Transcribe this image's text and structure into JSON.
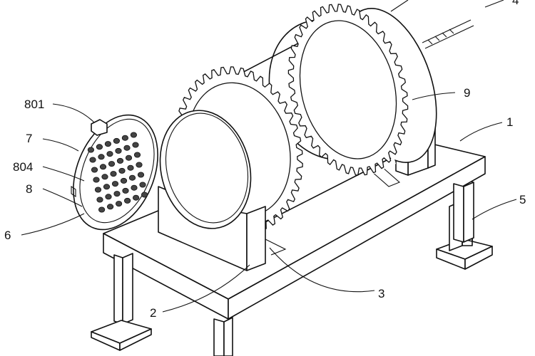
{
  "figure": {
    "labels": {
      "l1": "1",
      "l2": "2",
      "l3": "3",
      "l5": "5",
      "l6": "6",
      "l7": "7",
      "l8": "8",
      "l9": "9",
      "l801": "801",
      "l804": "804",
      "l4": "4"
    },
    "hole_grid": {
      "rows": 7,
      "cols": 6
    },
    "gear_teeth": 40,
    "colors": {
      "line": "#111111",
      "background": "#ffffff"
    }
  }
}
